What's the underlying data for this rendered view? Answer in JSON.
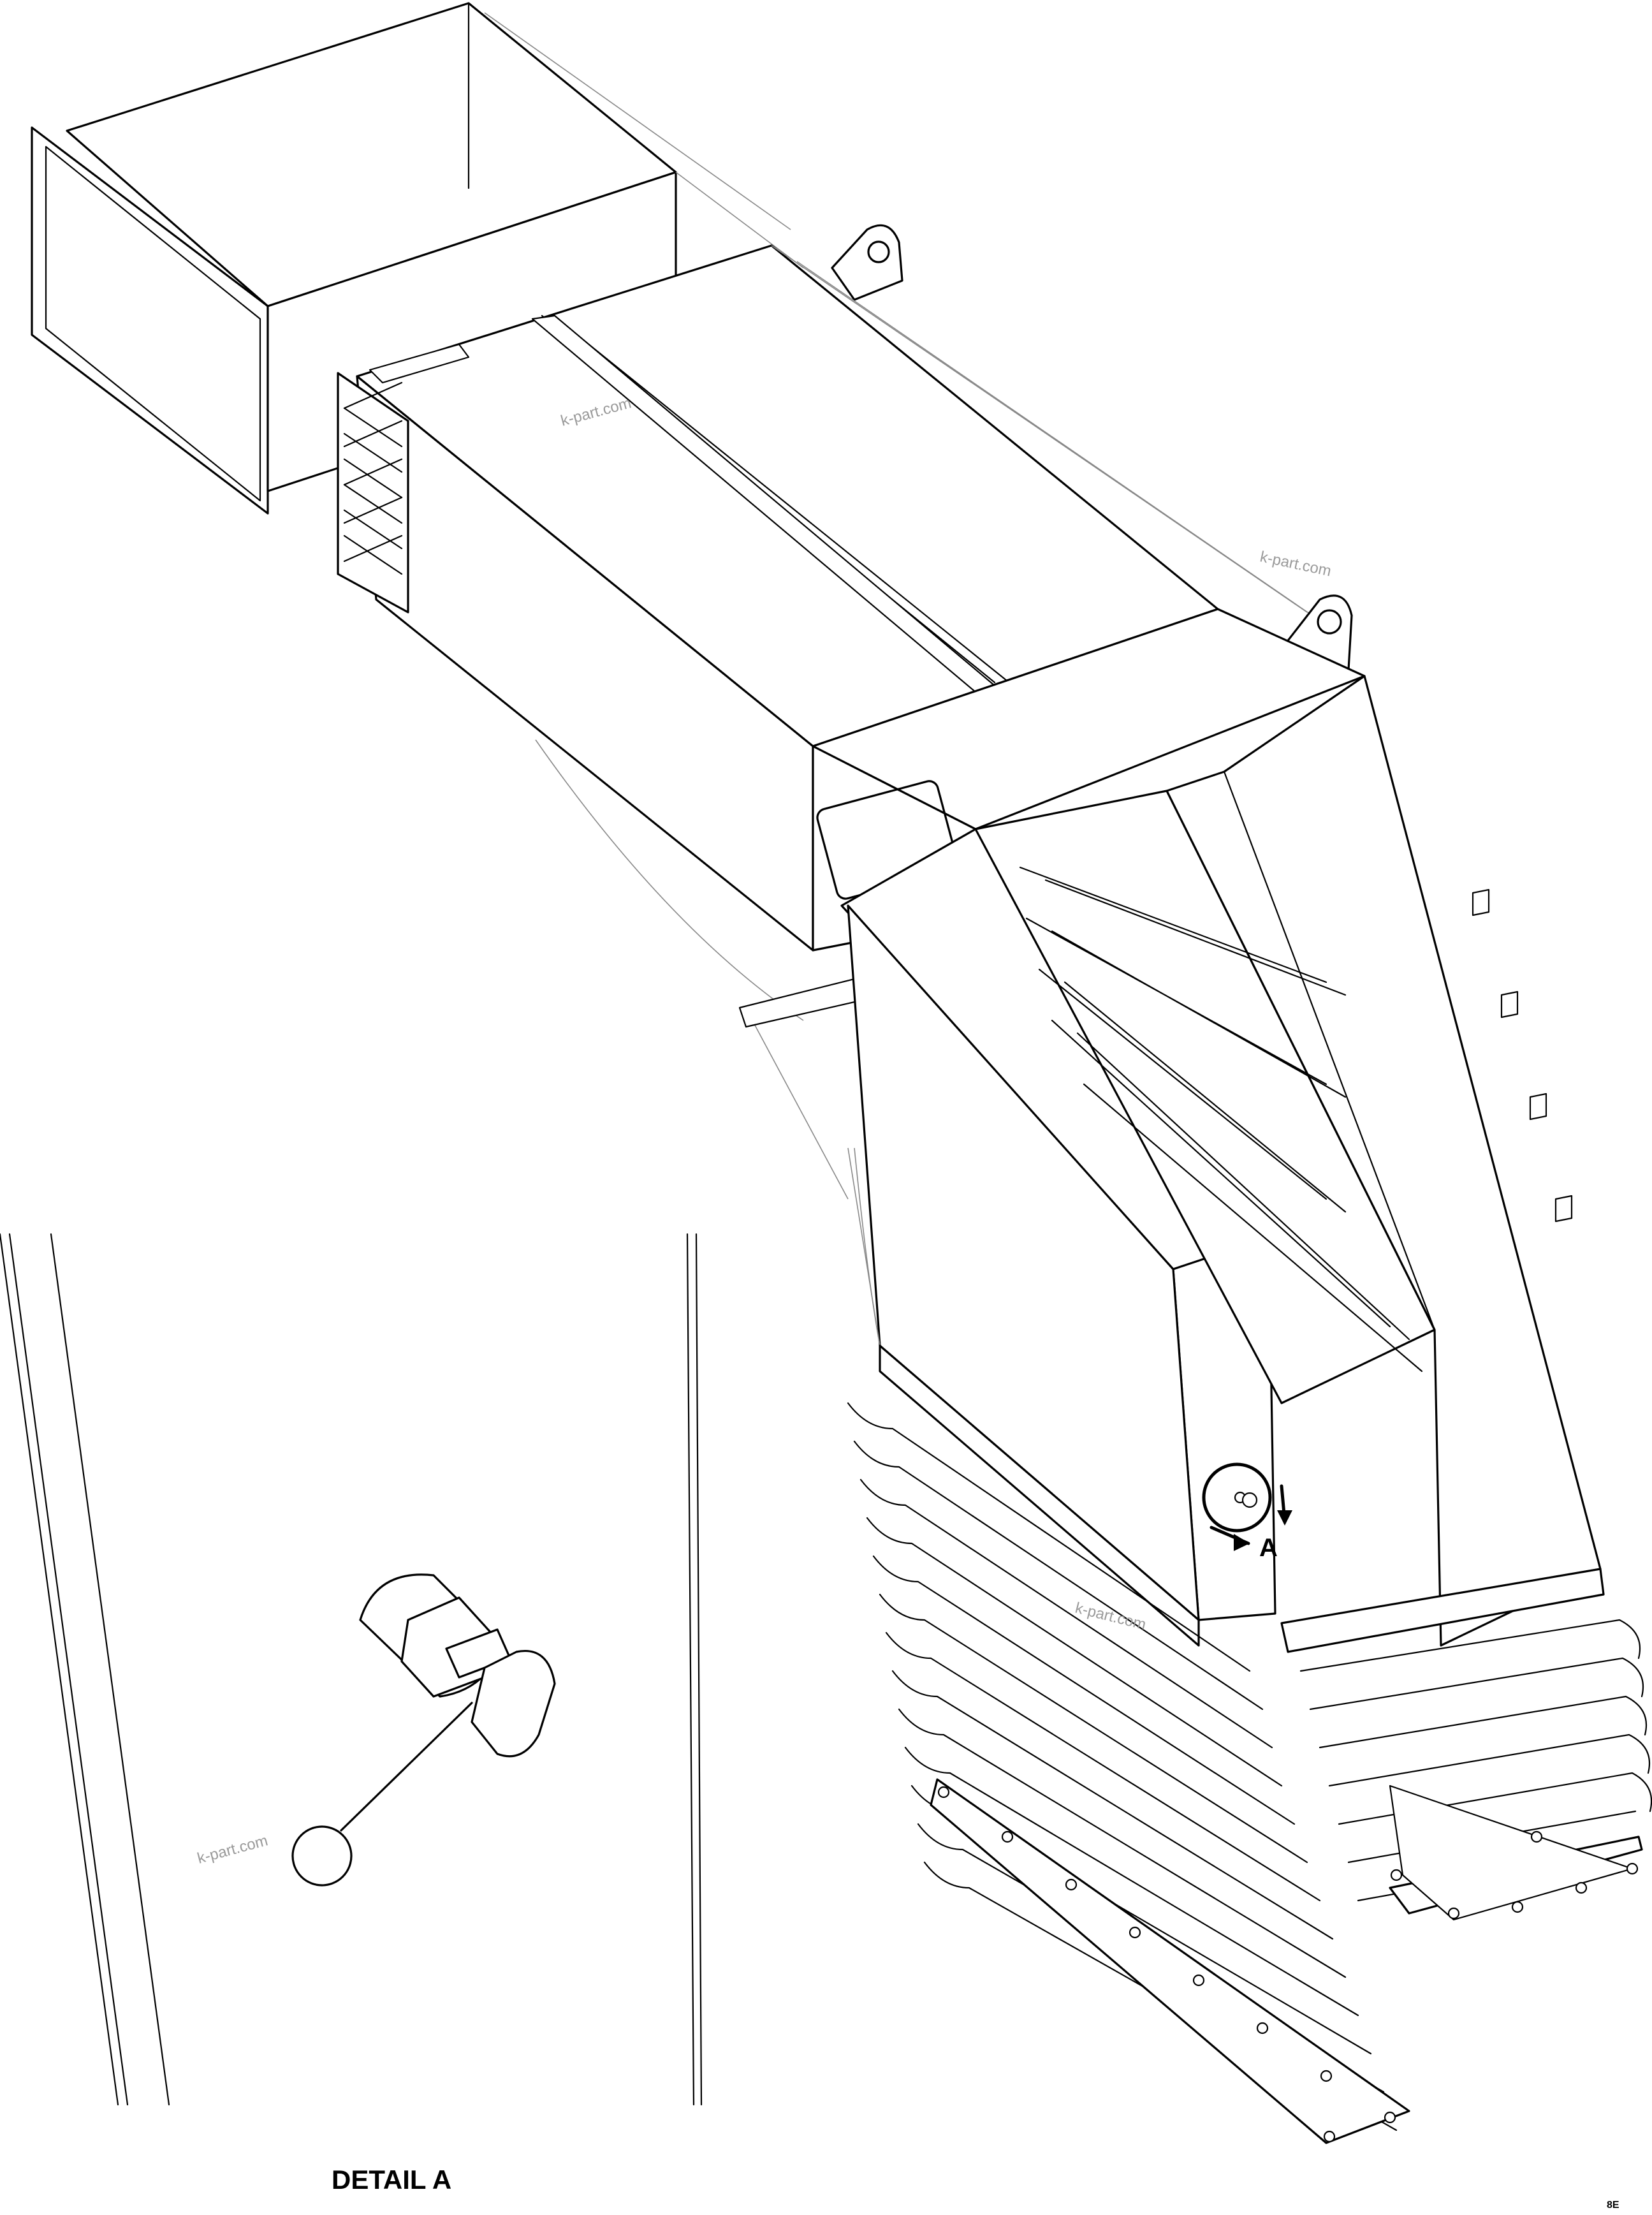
{
  "drawing": {
    "watermarks": [
      "k-part.com",
      "k-part.com",
      "k-part.com",
      "k-part.com"
    ],
    "callout_label": "A",
    "detail_title": "DETAIL A",
    "sheet_code": "8E"
  }
}
